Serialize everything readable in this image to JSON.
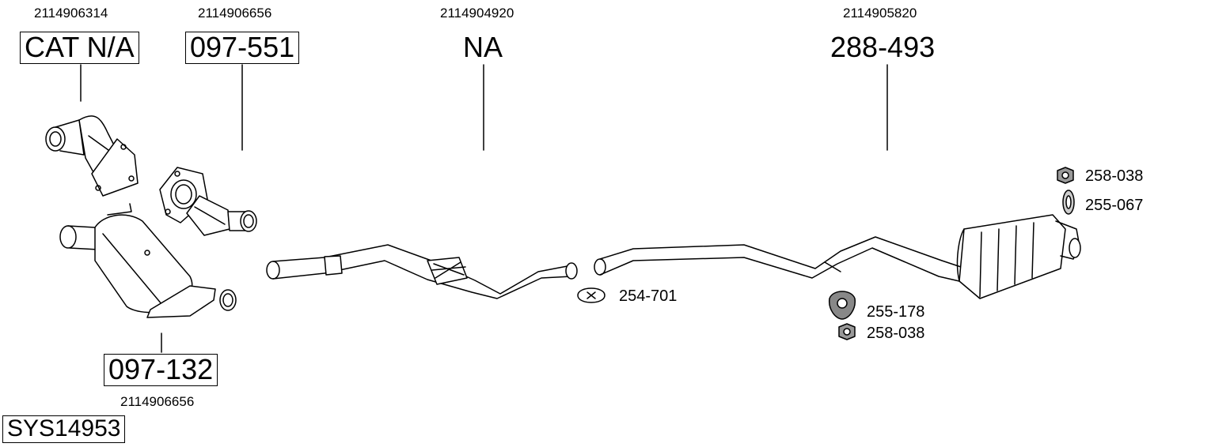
{
  "system_code": "SYS14953",
  "parts": [
    {
      "oe": "2114906314",
      "code": "CAT N/A"
    },
    {
      "oe": "2114906656",
      "code": "097-551"
    },
    {
      "oe": "2114904920",
      "code": "NA"
    },
    {
      "oe": "2114905820",
      "code": "288-493"
    },
    {
      "oe": "2114906656",
      "code": "097-132"
    }
  ],
  "accessories": [
    {
      "code": "254-701",
      "icon": "clamp-icon"
    },
    {
      "code": "255-178",
      "icon": "rubber-mount-icon"
    },
    {
      "code": "258-038",
      "icon": "nut-icon"
    },
    {
      "code": "258-038",
      "icon": "nut-icon"
    },
    {
      "code": "255-067",
      "icon": "rubber-ring-icon"
    }
  ]
}
